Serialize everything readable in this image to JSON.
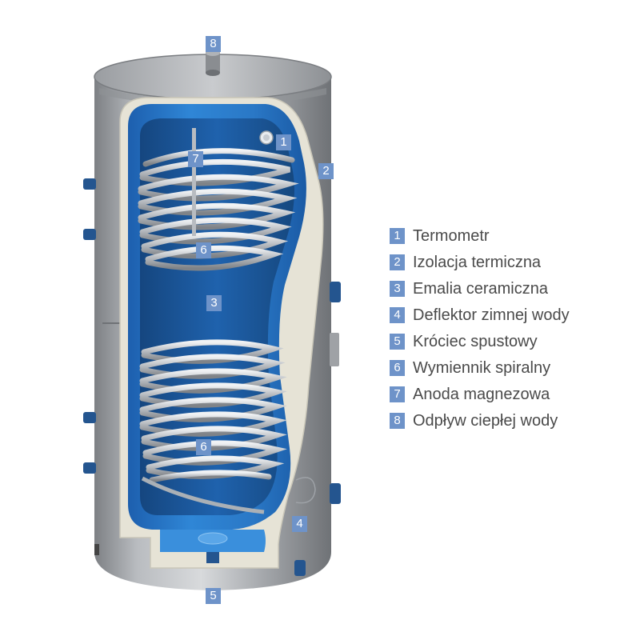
{
  "callouts": {
    "termometr": "1",
    "izolacja": "2",
    "emalia": "3",
    "deflektor": "4",
    "krociec": "5",
    "wymiennik_gora": "6",
    "wymiennik_dol": "6",
    "anoda": "7",
    "odplyw": "8"
  },
  "legend": [
    {
      "num": "1",
      "label": "Termometr"
    },
    {
      "num": "2",
      "label": "Izolacja termiczna"
    },
    {
      "num": "3",
      "label": "Emalia ceramiczna"
    },
    {
      "num": "4",
      "label": "Deflektor zimnej wody"
    },
    {
      "num": "5",
      "label": "Króciec spustowy"
    },
    {
      "num": "6",
      "label": "Wymiennik spiralny"
    },
    {
      "num": "7",
      "label": "Anoda magnezowa"
    },
    {
      "num": "8",
      "label": "Odpływ ciepłej wody"
    }
  ],
  "colors": {
    "badge": "#6e93c9",
    "tank_blue": "#2f7fd0",
    "steel": "#a9acb0",
    "insulation": "#e3e0d2",
    "coil": "#c7cbd0"
  }
}
